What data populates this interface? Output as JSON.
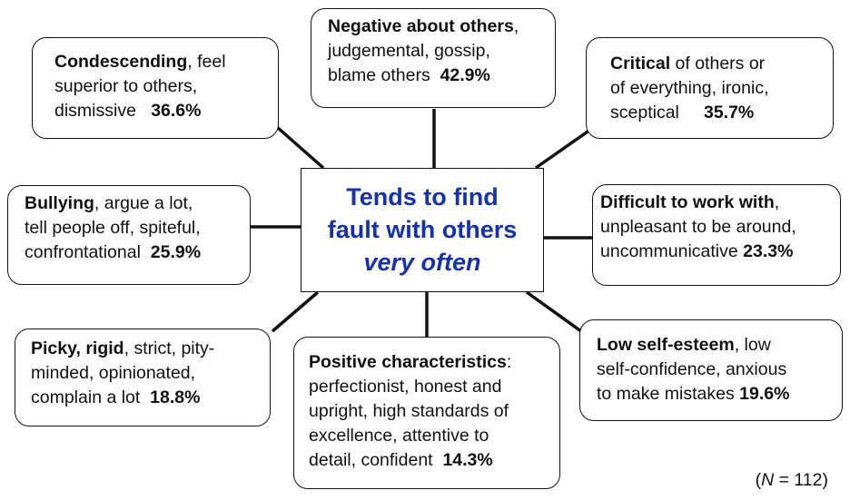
{
  "center": {
    "line1": "Tends to find",
    "line2": "fault with others",
    "line3": "very often"
  },
  "boxes": {
    "negative": {
      "bold": "Negative about others",
      "after_bold": ",",
      "line2": "judgemental, gossip,",
      "line3_text": "blame others",
      "pct": "42.9%"
    },
    "condescending": {
      "bold": "Condescending",
      "after_bold": ", feel",
      "line2": "superior to others,",
      "line3_text": "dismissive",
      "pct": "36.6%"
    },
    "critical": {
      "bold": "Critical",
      "after_bold": " of others or",
      "line2": "of everything, ironic,",
      "line3_text": "sceptical",
      "pct": "35.7%"
    },
    "bullying": {
      "bold": "Bullying",
      "after_bold": ", argue a lot,",
      "line2": "tell people off, spiteful,",
      "line3_text": "confrontational",
      "pct": "25.9%"
    },
    "difficult": {
      "bold": "Difficult to work with",
      "after_bold": ",",
      "line2": "unpleasant to be around,",
      "line3_text": "uncommunicative",
      "pct": "23.3%"
    },
    "low_self_esteem": {
      "bold": "Low self-esteem",
      "after_bold": ", low",
      "line2": "self-confidence, anxious",
      "line3_text": "to make mistakes",
      "pct": "19.6%"
    },
    "picky": {
      "bold": "Picky, rigid",
      "after_bold": ", strict, pity-",
      "line2": "minded, opinionated,",
      "line3_text": "complain a lot",
      "pct": "18.8%"
    },
    "positive": {
      "bold": "Positive characteristics",
      "after_bold": ":",
      "line2": "perfectionist, honest and",
      "line3": "upright, high standards of",
      "line4": "excellence, attentive to",
      "line5_text": "detail, confident",
      "pct": "14.3%"
    }
  },
  "sample": {
    "open": "(",
    "n": "N",
    "rest": " = 112)"
  }
}
